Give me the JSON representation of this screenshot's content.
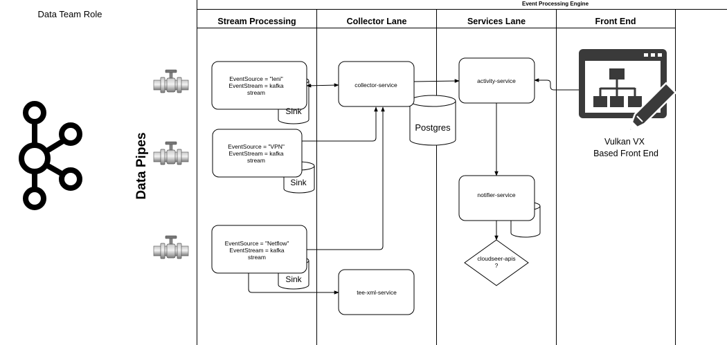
{
  "side": {
    "title": "Data Team Role",
    "data_pipes_label": "Data Pipes"
  },
  "engine": {
    "title": "Event Processing Engine",
    "lanes": [
      "Stream Processing",
      "Collector Lane",
      "Services Lane",
      "Front End"
    ]
  },
  "stream_boxes": [
    {
      "lines": [
        "EventSource = \"leni\"",
        "EventStream = kafka",
        "stream"
      ],
      "sink": "Sink"
    },
    {
      "lines": [
        "EventSource = \"VPN\"",
        "EventStream = kafka",
        "stream"
      ],
      "sink": "Sink"
    },
    {
      "lines": [
        "EventSource = \"Netflow\"",
        "EventStream = kafka",
        "stream"
      ],
      "sink": "Sink"
    }
  ],
  "collector": {
    "collector_service": "collector-service",
    "postgres": "Postgres",
    "tee_service": "tee-xml-service"
  },
  "services": {
    "activity_service": "activity-service",
    "notifier_service": "notifier-service",
    "decision_lines": [
      "cloudseer-apis",
      "?"
    ]
  },
  "frontend": {
    "caption_lines": [
      "Vulkan VX",
      "Based Front End"
    ]
  },
  "colors": {
    "line": "#000000",
    "icon_dark": "#3a3a3a",
    "pipe_gray": "#8a8a8a"
  }
}
